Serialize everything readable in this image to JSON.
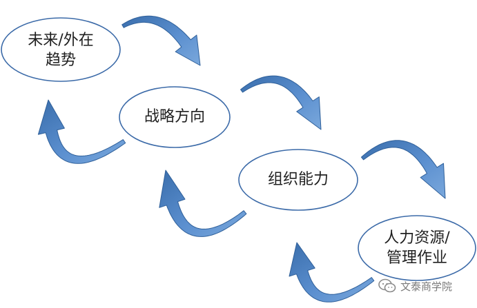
{
  "nodes": [
    {
      "id": "n1",
      "lines": [
        "未来/外在",
        "趋势"
      ]
    },
    {
      "id": "n2",
      "lines": [
        "战略方向"
      ]
    },
    {
      "id": "n3",
      "lines": [
        "组织能力"
      ]
    },
    {
      "id": "n4",
      "lines": [
        "人力资源/",
        "管理作业"
      ]
    }
  ],
  "watermark": {
    "text": "文泰商学院",
    "icon": "wechat-icon"
  },
  "colors": {
    "arrow_fill": "#5b8fcf",
    "arrow_dark": "#3a6eac",
    "arrow_stroke": "#2e5f99",
    "node_stroke": "#3b6aa8",
    "node_fill": "#ffffff"
  }
}
